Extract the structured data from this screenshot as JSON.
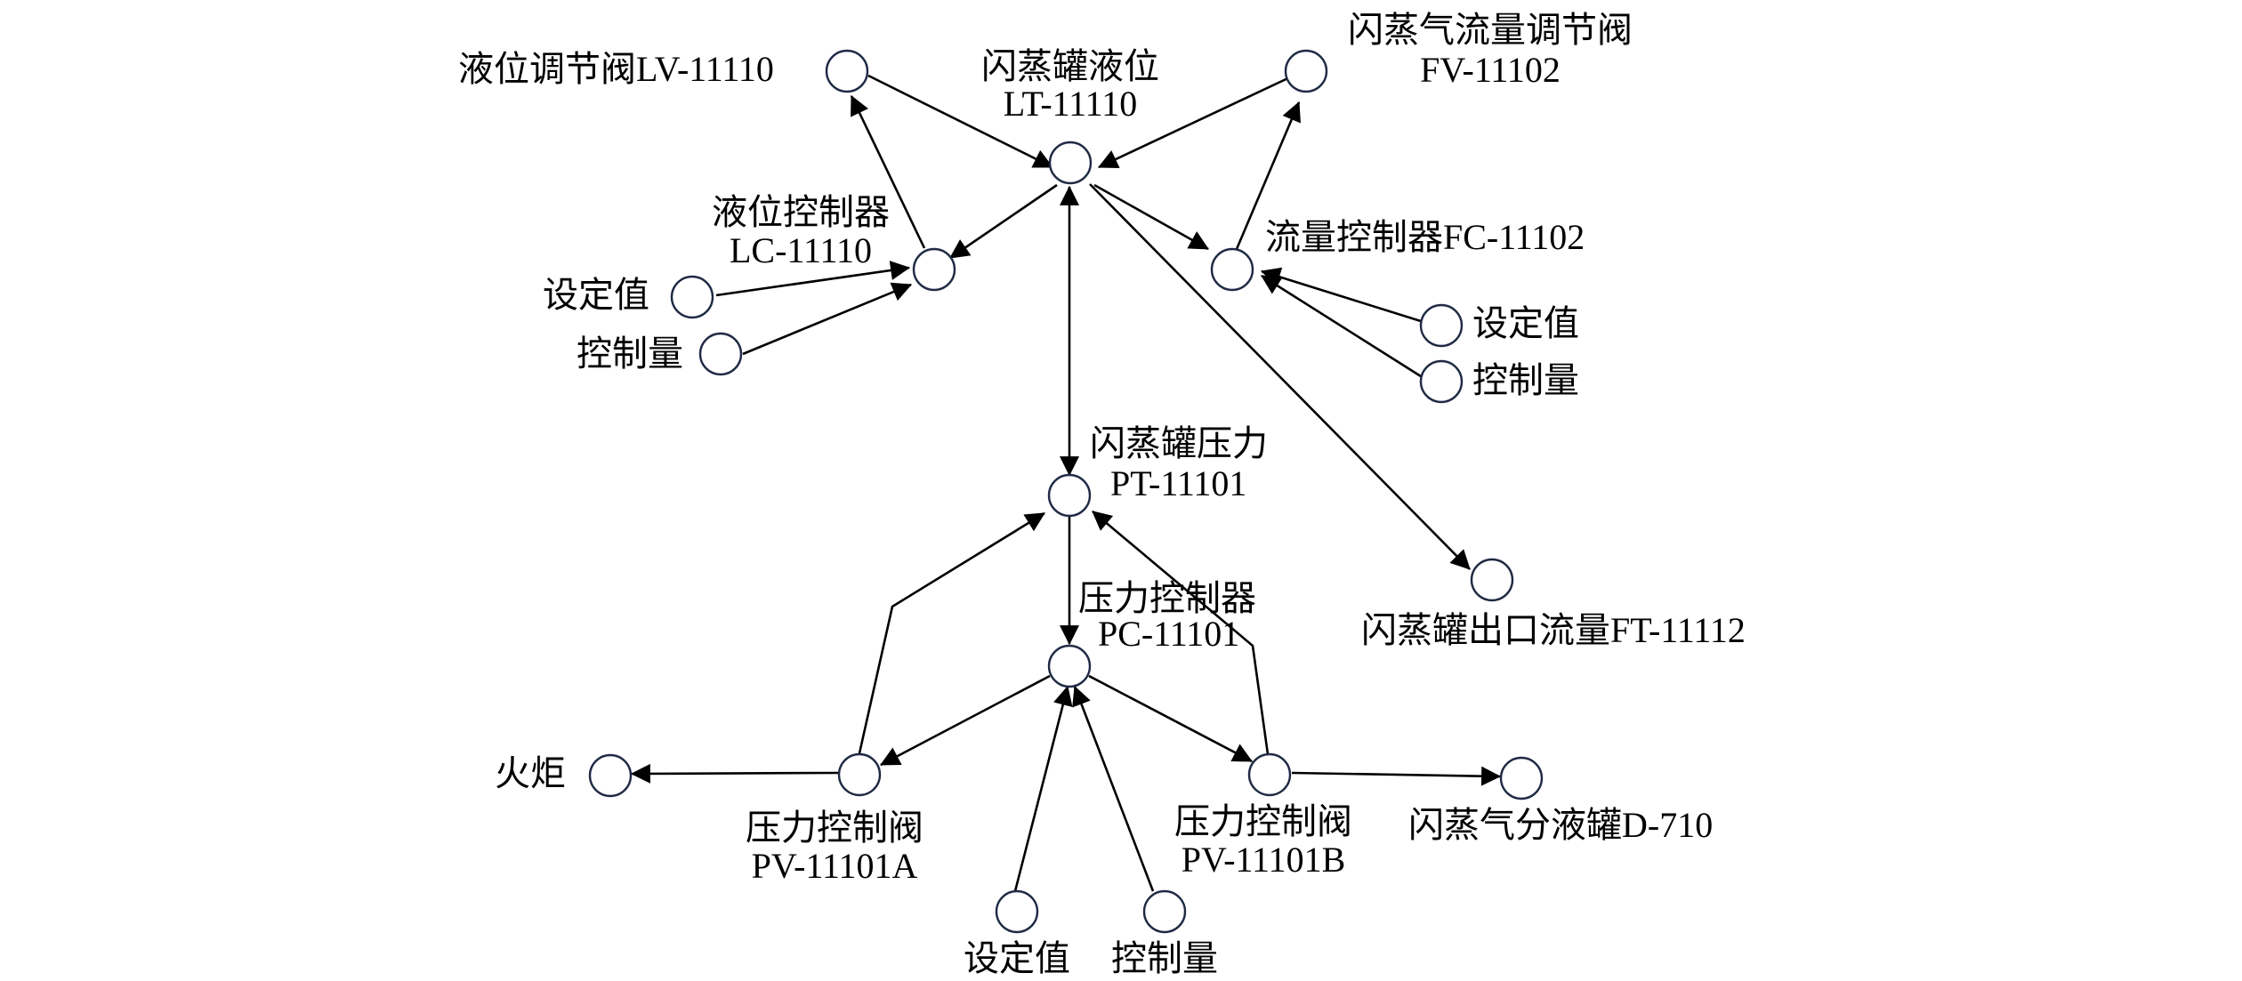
{
  "diagram": {
    "colors": {
      "node_stroke": "#1f2a44",
      "edge": "#000000",
      "background": "#ffffff"
    },
    "labels": {
      "lv_title": "液位调节阀LV-11110",
      "lt_line1": "闪蒸罐液位",
      "lt_line2": "LT-11110",
      "fv_line1": "闪蒸气流量调节阀",
      "fv_line2": "FV-11102",
      "lc_line1": "液位控制器",
      "lc_line2": "LC-11110",
      "lc_setpoint": "设定值",
      "lc_control": "控制量",
      "fc_title": "流量控制器FC-11102",
      "fc_setpoint": "设定值",
      "fc_control": "控制量",
      "pt_line1": "闪蒸罐压力",
      "pt_line2": "PT-11101",
      "ft_title": "闪蒸罐出口流量FT-11112",
      "pc_line1": "压力控制器",
      "pc_line2": "PC-11101",
      "flare": "火炬",
      "pva_line1": "压力控制阀",
      "pva_line2": "PV-11101A",
      "pvb_line1": "压力控制阀",
      "pvb_line2": "PV-11101B",
      "d710": "闪蒸气分液罐D-710",
      "pc_setpoint": "设定值",
      "pc_control": "控制量"
    }
  }
}
